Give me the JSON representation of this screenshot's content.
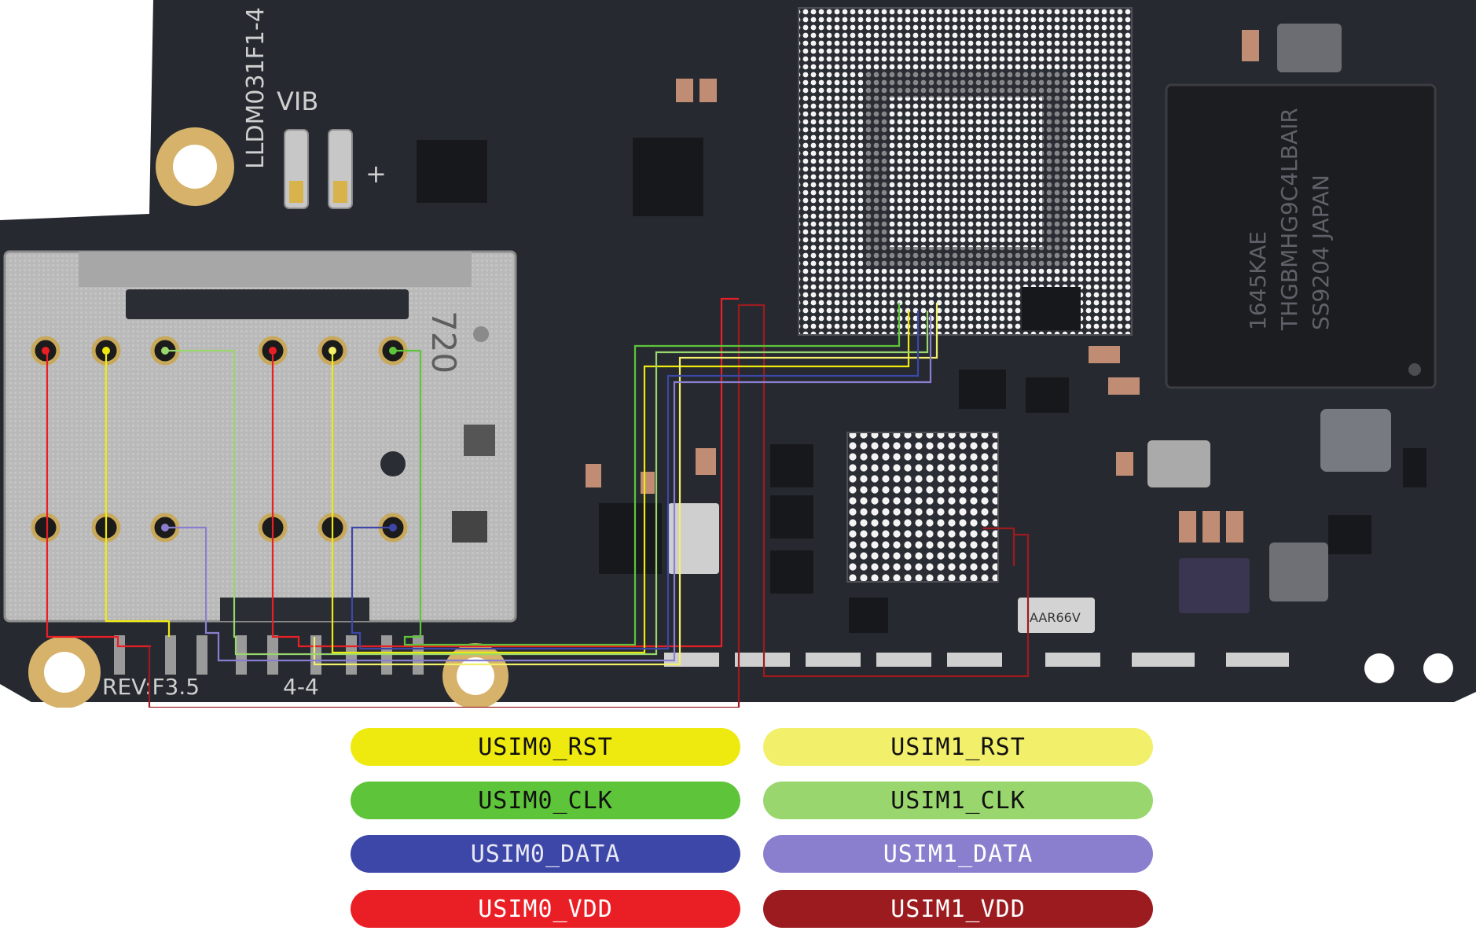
{
  "board": {
    "silkscreen_model": "LLDM031F1-4",
    "silkscreen_vib": "VIB",
    "silkscreen_plus": "+",
    "silkscreen_rev": "REV:F3.5",
    "silkscreen_44": "4-4",
    "sim_tray_mark": "720",
    "chip_line1": "1645KAE",
    "chip_line2": "THGBMHG9C4LBAIR",
    "chip_line3": "SS9204 JAPAN",
    "crystal_mark": "AAR66V"
  },
  "legend": [
    {
      "label": "USIM0_RST",
      "bg": "#eeea10",
      "fg": "#111111"
    },
    {
      "label": "USIM1_RST",
      "bg": "#f2ef6a",
      "fg": "#111111"
    },
    {
      "label": "USIM0_CLK",
      "bg": "#5ec43a",
      "fg": "#111111"
    },
    {
      "label": "USIM1_CLK",
      "bg": "#9ad66e",
      "fg": "#111111"
    },
    {
      "label": "USIM0_DATA",
      "bg": "#3d47a8",
      "fg": "#e8e8f5"
    },
    {
      "label": "USIM1_DATA",
      "bg": "#8a7fcf",
      "fg": "#ffffff"
    },
    {
      "label": "USIM0_VDD",
      "bg": "#ea1f25",
      "fg": "#ffffff"
    },
    {
      "label": "USIM1_VDD",
      "bg": "#9b1b1f",
      "fg": "#ffffff"
    }
  ],
  "trace_colors": {
    "usim0_rst": "#eeea10",
    "usim1_rst": "#f2ef6a",
    "usim0_clk": "#5ec43a",
    "usim1_clk": "#9ad66e",
    "usim0_data": "#3d47a8",
    "usim1_data": "#8a7fcf",
    "usim0_vdd": "#ea1f25",
    "usim1_vdd": "#9b1b1f"
  }
}
